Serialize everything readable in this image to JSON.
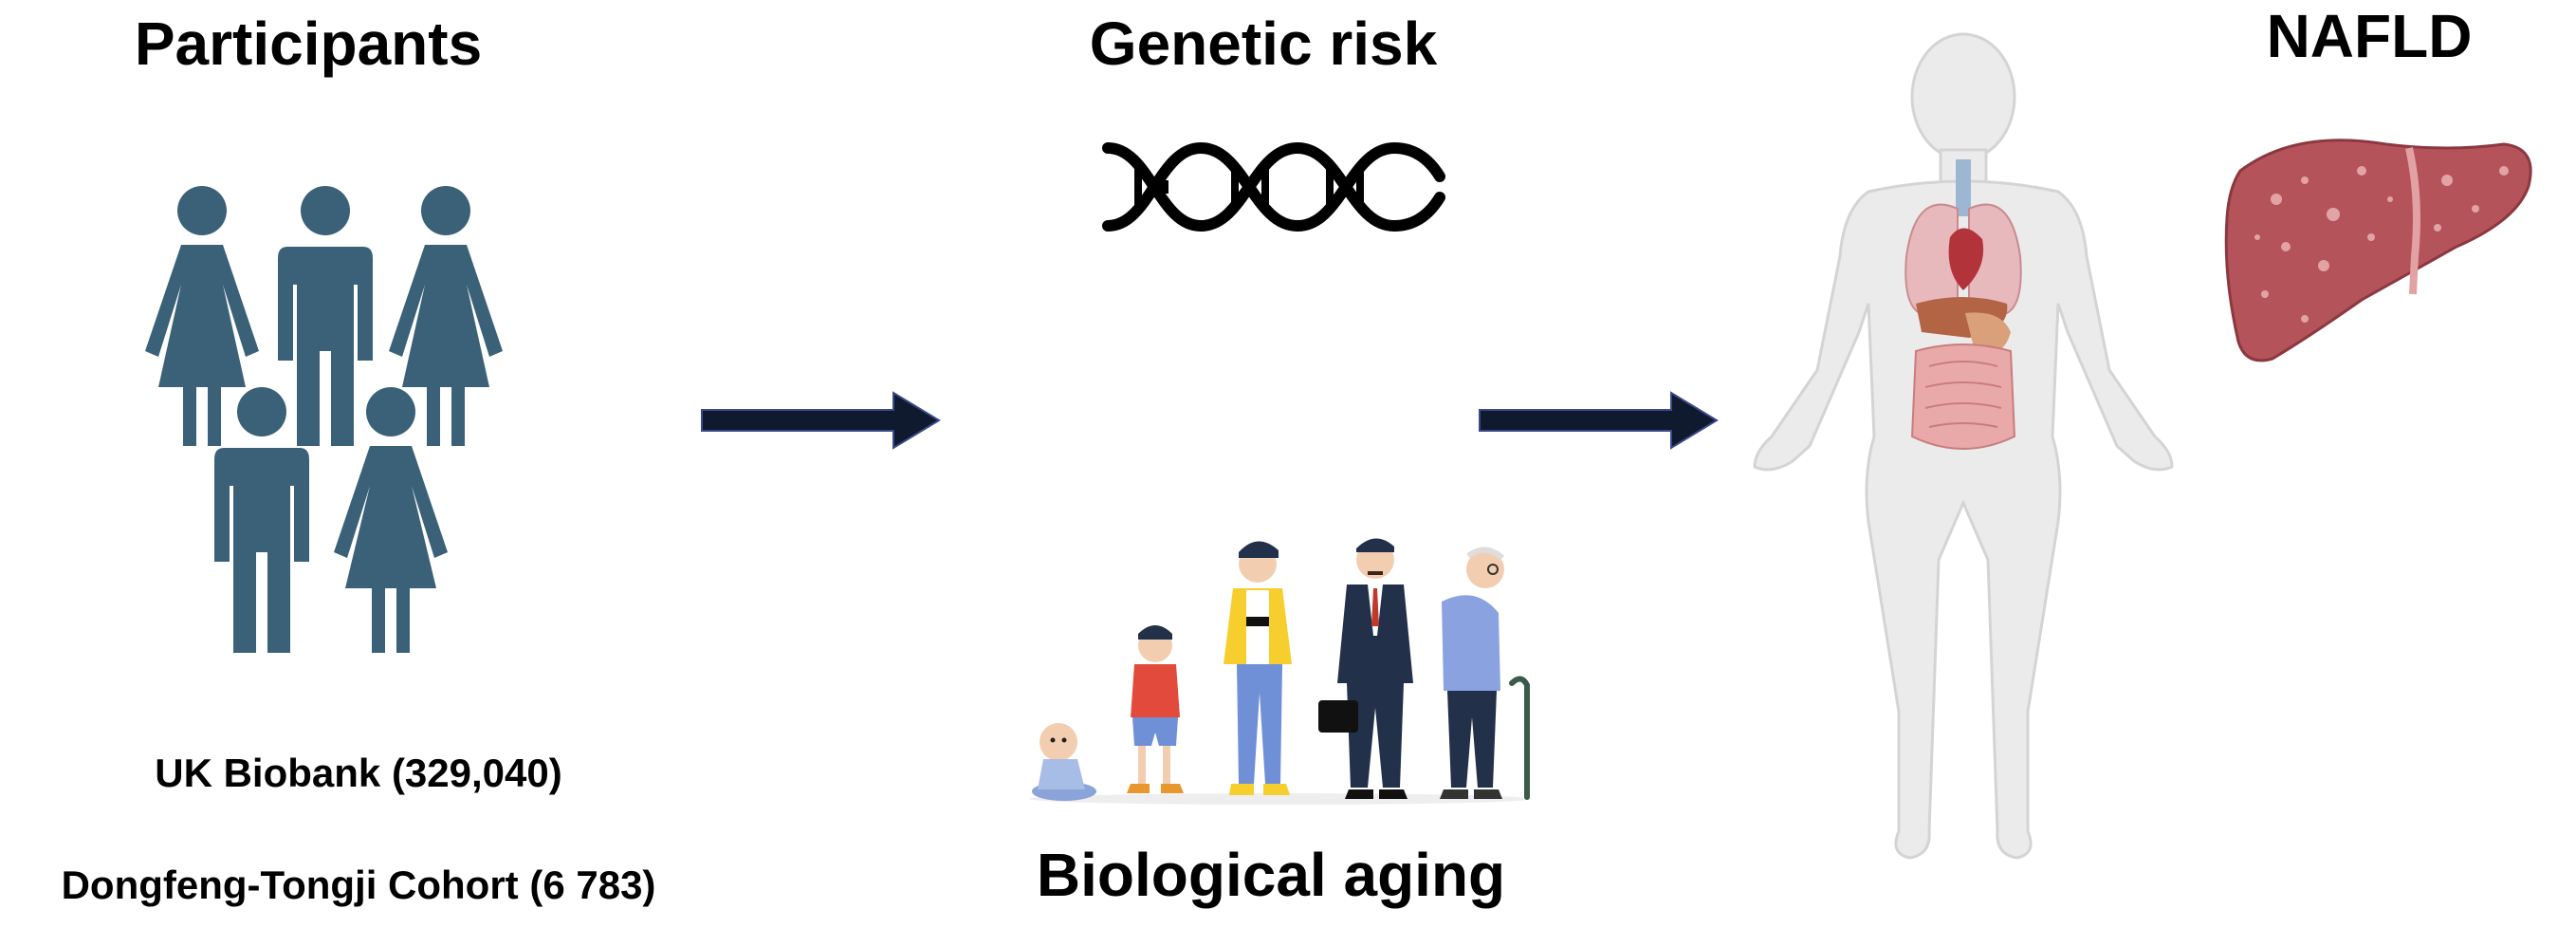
{
  "participants": {
    "title": "Participants",
    "cohorts": [
      "UK Biobank (329,040)",
      "Dongfeng-Tongji Cohort (6 783)"
    ]
  },
  "genetic": {
    "title": "Genetic risk"
  },
  "aging": {
    "title": "Biological aging"
  },
  "outcome": {
    "title": "NAFLD"
  },
  "colors": {
    "people_icon": "#3b6178",
    "arrow": "#0f1a2e",
    "liver": "#b5535a",
    "body": "#e9e9ea"
  }
}
